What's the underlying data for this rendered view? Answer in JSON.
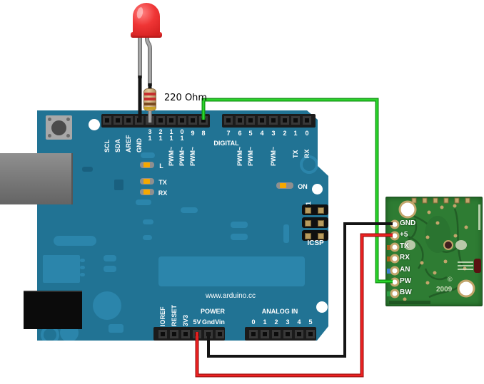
{
  "annotations": {
    "resistor_value": "220 Ohm"
  },
  "arduino": {
    "url_text": "www.arduino.cc",
    "digital": {
      "section_label": "DIGITAL",
      "left_pins": [
        "SCL",
        "SDA",
        "AREF",
        "GND",
        "13",
        "12",
        "11",
        "10",
        "9",
        "8"
      ],
      "right_pins": [
        "7",
        "6",
        "5",
        "4",
        "3",
        "2",
        "1",
        "0"
      ],
      "pwm_label": "PWM~",
      "tx_label": "TX",
      "rx_label": "RX"
    },
    "leds": {
      "l": "L",
      "tx": "TX",
      "rx": "RX",
      "on": "ON"
    },
    "icsp": {
      "label": "ICSP",
      "pin1_marker": "1"
    },
    "power": {
      "section_label": "POWER",
      "rotated_pins": [
        "IOREF",
        "RESET",
        "3V3"
      ],
      "pins": [
        "5V",
        "Gnd",
        "Vin"
      ]
    },
    "analog": {
      "section_label": "ANALOG IN",
      "pins": [
        "0",
        "1",
        "2",
        "3",
        "4",
        "5"
      ]
    }
  },
  "sensor": {
    "pins": [
      "GND",
      "+5",
      "TX",
      "RX",
      "AN",
      "PW",
      "BW"
    ],
    "year_text": "2009",
    "copyright_symbol": "©"
  },
  "wires": [
    {
      "name": "signal-wire",
      "color": "#22cc22",
      "from": "arduino-digital-pin-8",
      "to": "sensor-PW"
    },
    {
      "name": "ground-wire",
      "color": "#141414",
      "from": "arduino-power-Gnd",
      "to": "sensor-GND"
    },
    {
      "name": "power-wire",
      "color": "#e32020",
      "from": "arduino-power-5V",
      "to": "sensor-+5"
    }
  ],
  "colors": {
    "board_teal": "#217394",
    "board_teal_light": "#2b85ab",
    "pcb_green": "#2e7c33",
    "led_red": "#e02424",
    "wire_green": "#22cc22",
    "wire_red": "#e32020",
    "wire_black": "#141414"
  }
}
